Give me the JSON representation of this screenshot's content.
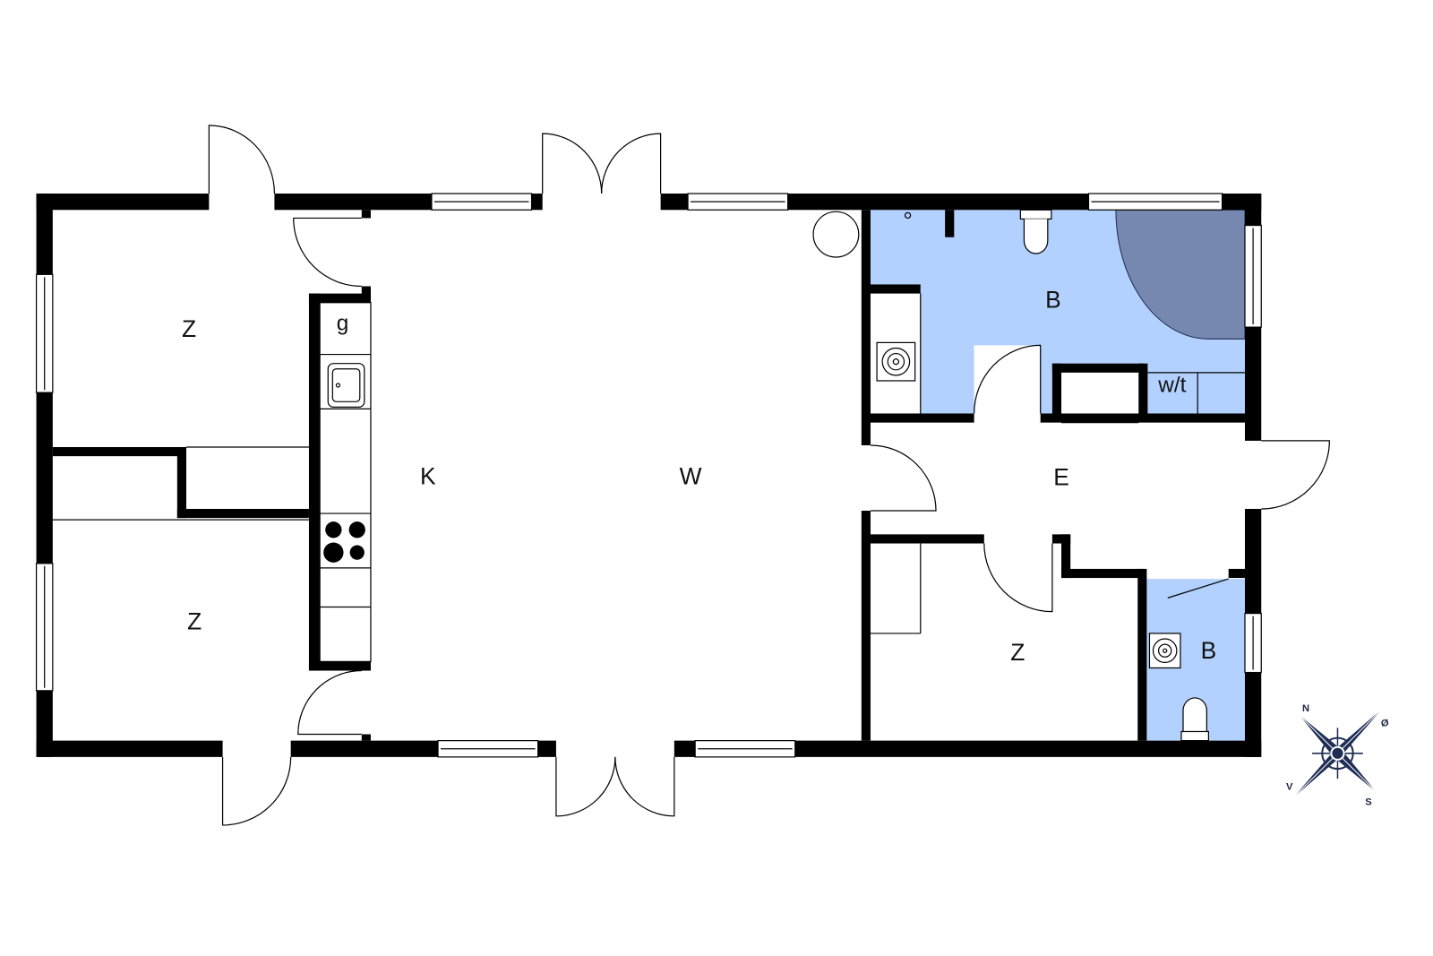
{
  "colors": {
    "wall": "#000000",
    "bath_floor": "#b3d1ff",
    "shower": "#7687b0",
    "compass": "#1f2d55"
  },
  "rooms": {
    "bedroom_nw": "Z",
    "bedroom_sw": "Z",
    "kitchen": "K",
    "living": "W",
    "bath_main": "B",
    "washer_dryer": "w/t",
    "entry": "E",
    "bedroom_se": "Z",
    "bath_small": "B",
    "kitchen_g": "g"
  },
  "compass": {
    "n": "N",
    "e": "Ø",
    "s": "S",
    "w": "V"
  }
}
